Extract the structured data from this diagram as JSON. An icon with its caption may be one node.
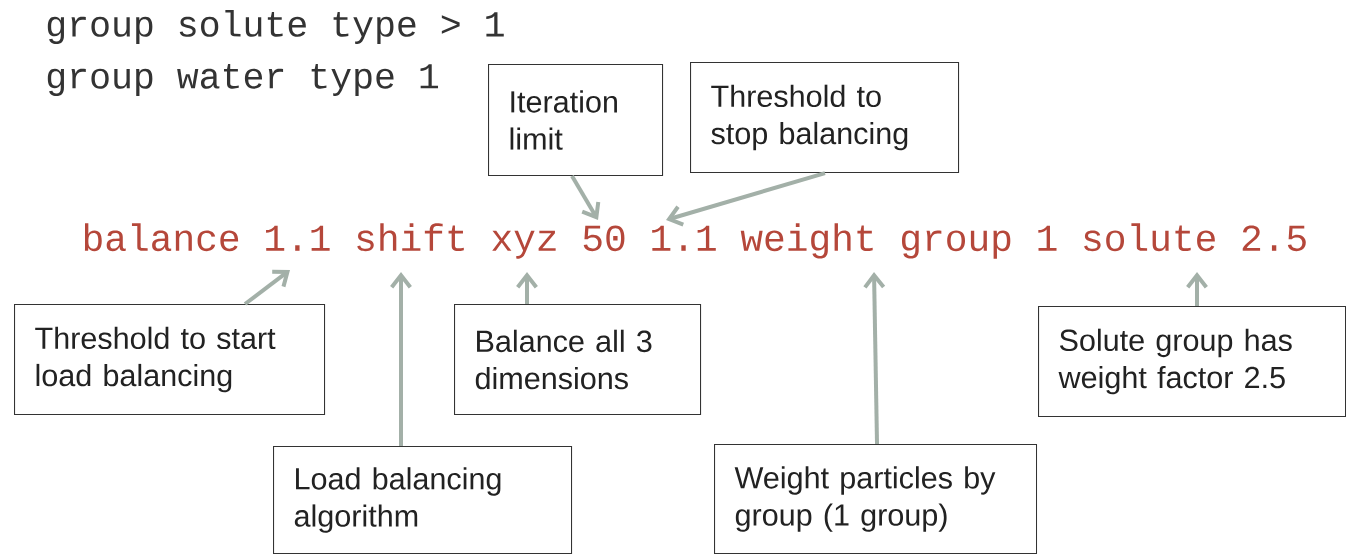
{
  "diagram": {
    "nodes": [
      {
        "text": [
          "Iteration limit"
        ]
      },
      {
        "text": [
          "Threshold to stop balancing"
        ]
      },
      {
        "text": [
          "Threshold to start load balancing"
        ]
      },
      {
        "text": [
          "Balance all 3 dimensions"
        ]
      },
      {
        "text": [
          "Solute group has weight factor 2.5"
        ]
      },
      {
        "text": [
          "Load balancing algorithm"
        ]
      },
      {
        "text": [
          "Weight particles by group (1 group)"
        ]
      },
      {
        "text": [
          "balance 1.1 shift xyz 50 1.1 weight group 1 solute 2.5"
        ]
      }
    ],
    "edges": [
      {
        "from": 0,
        "to": 7,
        "arrow": "to"
      },
      {
        "from": 1,
        "to": 7,
        "arrow": "to"
      },
      {
        "from": 2,
        "to": 7,
        "arrow": "to"
      },
      {
        "from": 5,
        "to": 7,
        "arrow": "to"
      },
      {
        "from": 3,
        "to": 7,
        "arrow": "to"
      },
      {
        "from": 6,
        "to": 7,
        "arrow": "to"
      },
      {
        "from": 4,
        "to": 7,
        "arrow": "to"
      }
    ],
    "labels": [
      "group solute type > 1",
      "group water type 1"
    ]
  }
}
